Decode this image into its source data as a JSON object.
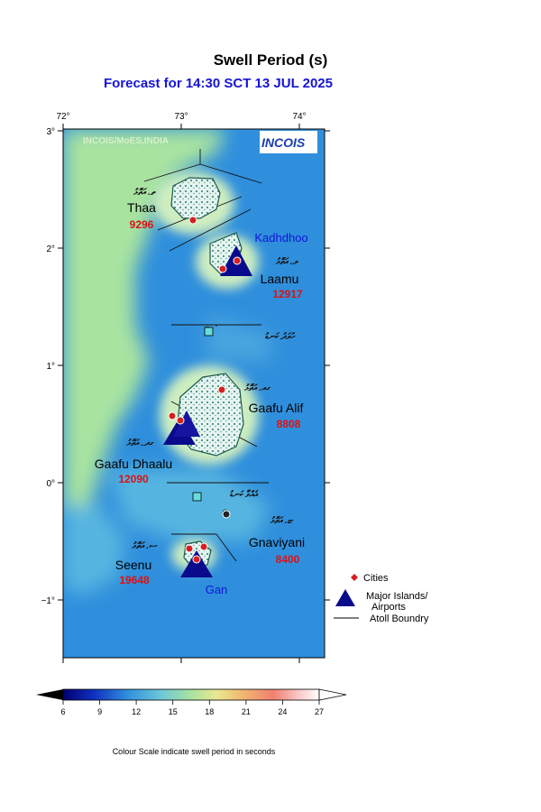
{
  "header": {
    "title": "Swell Period (s)",
    "subtitle": "Forecast for  14:30 SCT 13 JUL 2025"
  },
  "map": {
    "lon_ticks": [
      "72°",
      "73°",
      "74°"
    ],
    "lat_ticks": [
      "3°",
      "2°",
      "1°",
      "0°",
      "−1°"
    ],
    "credit": "INCOIS/MoES,INDIA",
    "logo_text": "INCOIS"
  },
  "atolls": [
    {
      "name": "Thaa",
      "value": "9296",
      "dhivehi": "ތ. އަތޮޅު"
    },
    {
      "name": "Laamu",
      "value": "12917",
      "dhivehi": "ލ. އަތޮޅު"
    },
    {
      "name": "Gaafu Alif",
      "value": "8808",
      "dhivehi": "ގއ. އަތޮޅު"
    },
    {
      "name": "Gaafu Dhaalu",
      "value": "12090",
      "dhivehi": "ގދ. އަތޮޅު"
    },
    {
      "name": "Gnaviyani",
      "value": "8400",
      "dhivehi": "ޏ. އަތޮޅު"
    },
    {
      "name": "Seenu",
      "value": "19648",
      "dhivehi": "ސ. އަތޮޅު"
    }
  ],
  "places": [
    {
      "name": "Kadhdhoo"
    },
    {
      "name": "Gan"
    }
  ],
  "other_labels": [
    {
      "dhivehi": "ހުވަދު ކަނޑު"
    },
    {
      "dhivehi": "އެއްވާ ކަނޑު"
    }
  ],
  "legend": {
    "cities": "Cities",
    "major_islands_line1": "Major Islands/",
    "major_islands_line2": "Airports",
    "atoll_boundary": "Atoll Boundry"
  },
  "colorbar": {
    "ticks": [
      "6",
      "9",
      "12",
      "15",
      "18",
      "21",
      "24",
      "27"
    ],
    "caption": "Colour Scale indicate swell period in seconds"
  },
  "colors": {
    "sea_main": "#2f8fdc",
    "sea_light": "#56b5e0",
    "nearshore_green": "#a8e3a0",
    "label_red": "#dd1111",
    "place_blue": "#1414d8",
    "marker_navy": "#0a0a8c",
    "city_red": "#d42020"
  }
}
